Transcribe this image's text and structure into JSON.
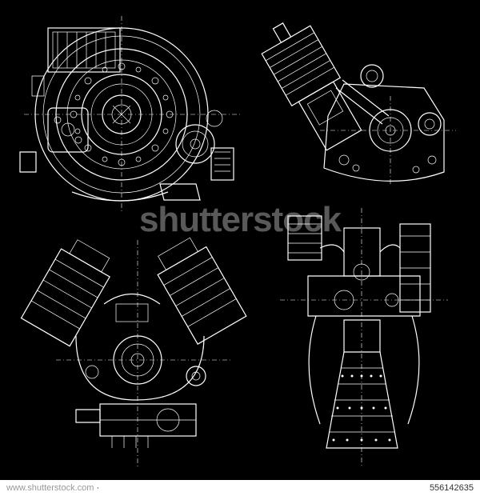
{
  "watermark": {
    "text": "shutterstock"
  },
  "footer": {
    "site": "www.shutterstock.com",
    "separator": " · ",
    "image_number": "556142635"
  },
  "colors": {
    "background": "#000000",
    "line": "#ffffff",
    "footer_bg": "#ffffff"
  },
  "drawings": [
    {
      "subject": "electric-motor-front-view"
    },
    {
      "subject": "single-cylinder-engine"
    },
    {
      "subject": "v-engine"
    },
    {
      "subject": "rocket-engine"
    }
  ]
}
